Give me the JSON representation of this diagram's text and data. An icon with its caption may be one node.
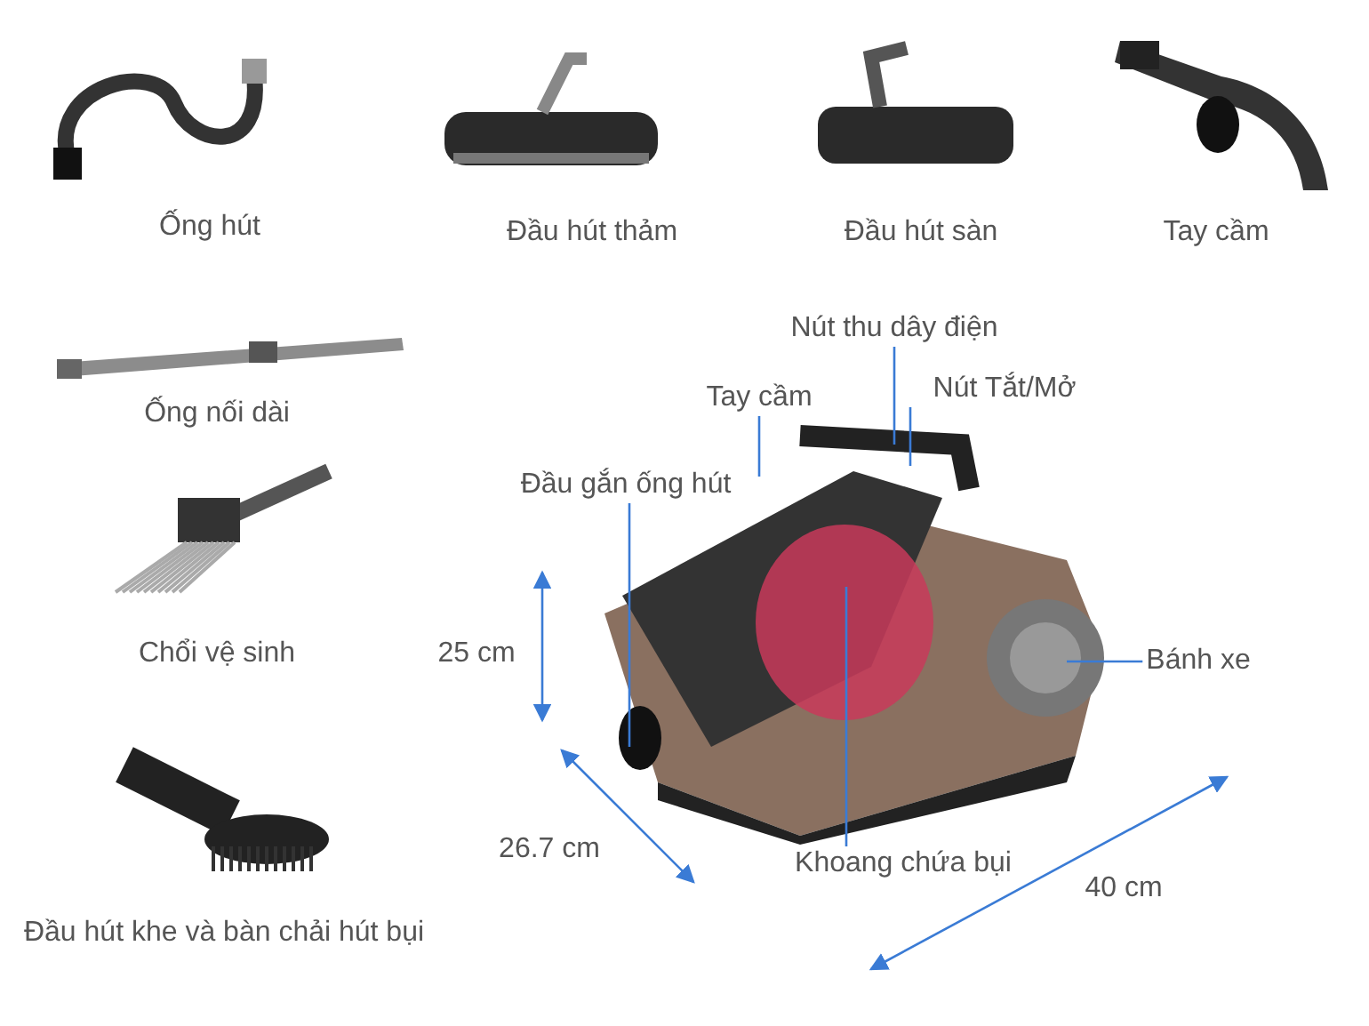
{
  "diagram": {
    "nodes": [
      {
        "text": [],
        "shape": "picture",
        "beside": [
          "Ống hút"
        ]
      },
      {
        "text": [],
        "shape": "picture",
        "beside": [
          "Đầu hút thảm"
        ]
      },
      {
        "text": [],
        "shape": "picture",
        "beside": [
          "Đầu hút sàn"
        ]
      },
      {
        "text": [],
        "shape": "picture",
        "beside": [
          "Tay cầm"
        ]
      },
      {
        "text": [],
        "shape": "picture",
        "beside": [
          "Ống nối dài"
        ]
      },
      {
        "text": [],
        "shape": "picture",
        "beside": [
          "Chổi vệ sinh"
        ]
      },
      {
        "text": [],
        "shape": "picture",
        "beside": [
          "Đầu hút khe và bàn chải hút bụi"
        ]
      },
      {
        "text": [],
        "shape": "picture"
      },
      {
        "text": [
          "Nút thu dây điện"
        ]
      },
      {
        "text": [
          "Tay cầm"
        ]
      },
      {
        "text": [
          "Nút Tắt/Mở"
        ]
      },
      {
        "text": [
          "Đầu gắn ống hút"
        ]
      },
      {
        "text": [
          "Bánh xe"
        ]
      },
      {
        "text": [
          "Khoang chứa bụi"
        ]
      }
    ],
    "edges": [
      {
        "from": 8,
        "to": 7,
        "arrow": "none"
      },
      {
        "from": 9,
        "to": 7,
        "arrow": "none"
      },
      {
        "from": 10,
        "to": 7,
        "arrow": "none"
      },
      {
        "from": 11,
        "to": 7,
        "arrow": "none"
      },
      {
        "from": 12,
        "to": 7,
        "arrow": "none"
      },
      {
        "from": 13,
        "to": 7,
        "arrow": "none"
      }
    ],
    "labels": [
      "25 cm",
      "26.7 cm",
      "40 cm"
    ]
  }
}
